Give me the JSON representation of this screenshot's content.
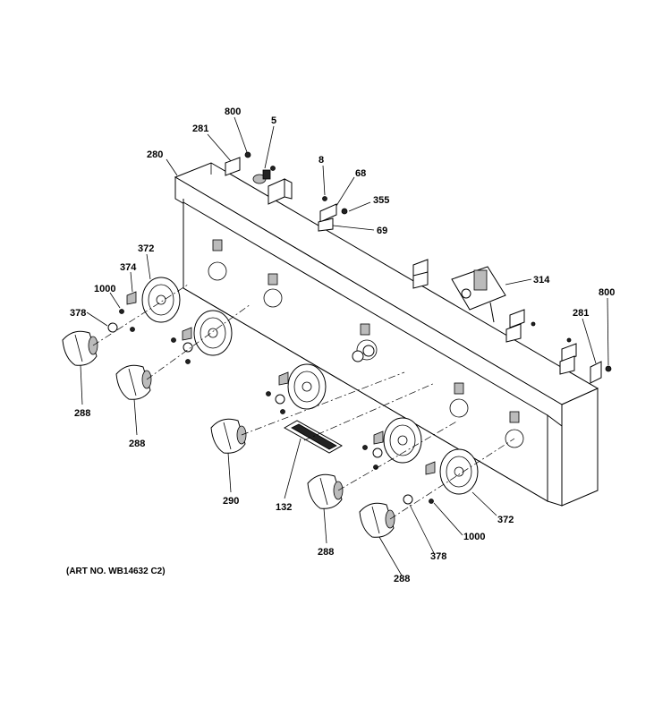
{
  "diagram": {
    "art_number": "(ART NO. WB14632 C2)",
    "callouts": {
      "c800a": "800",
      "c281a": "281",
      "c5": "5",
      "c280": "280",
      "c8": "8",
      "c68": "68",
      "c355": "355",
      "c69": "69",
      "c372a": "372",
      "c374": "374",
      "c1000a": "1000",
      "c378a": "378",
      "c314": "314",
      "c800b": "800",
      "c281b": "281",
      "c288a": "288",
      "c288b": "288",
      "c290": "290",
      "c132": "132",
      "c288c": "288",
      "c372b": "372",
      "c1000b": "1000",
      "c378b": "378",
      "c288d": "288"
    }
  }
}
